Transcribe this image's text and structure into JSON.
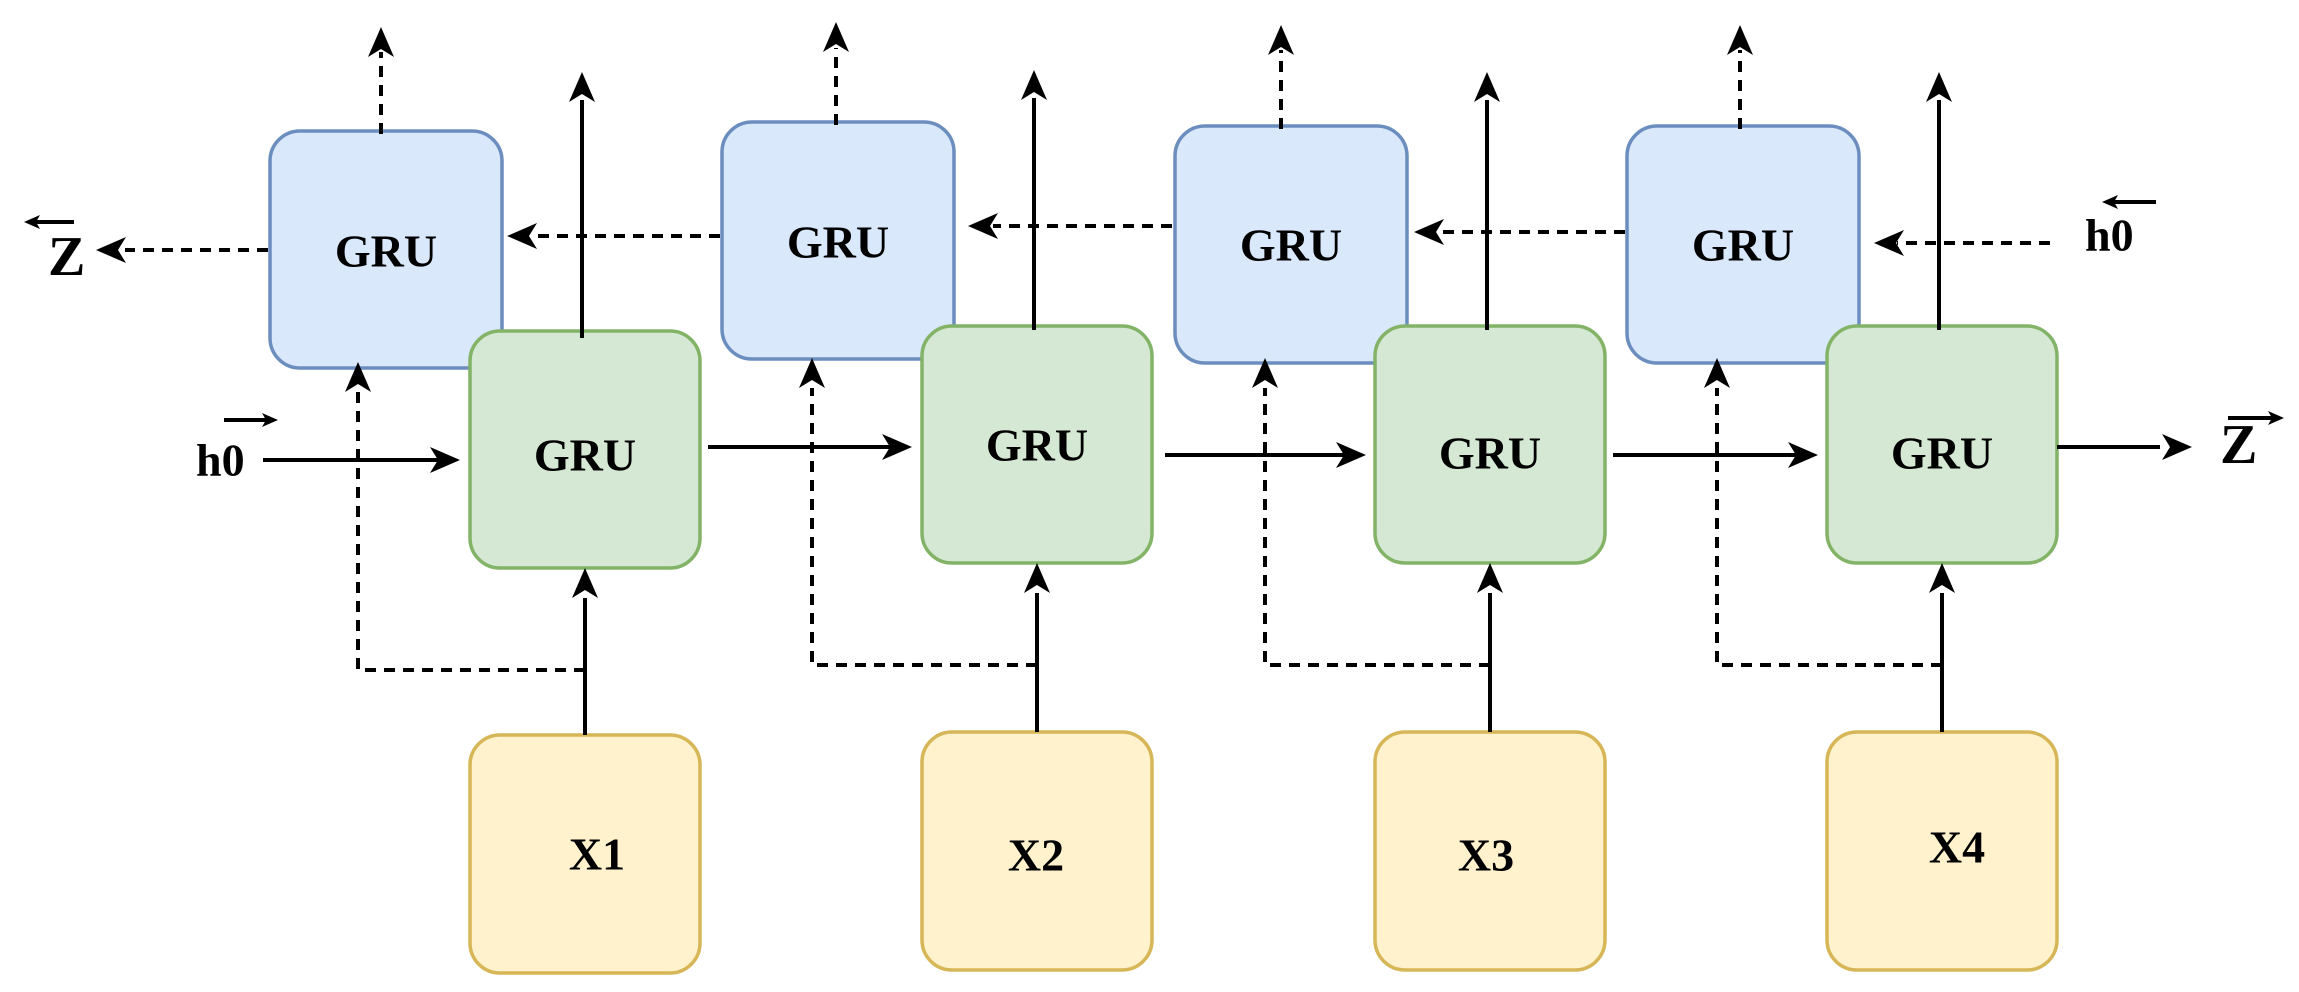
{
  "colors": {
    "forward_fill": "#d5e8d4",
    "forward_stroke": "#82b366",
    "backward_fill": "#dae8fc",
    "backward_stroke": "#6c8ebf",
    "input_fill": "#fff2cc",
    "input_stroke": "#d6b656"
  },
  "backward_cells": [
    {
      "label": "GRU"
    },
    {
      "label": "GRU"
    },
    {
      "label": "GRU"
    },
    {
      "label": "GRU"
    }
  ],
  "forward_cells": [
    {
      "label": "GRU"
    },
    {
      "label": "GRU"
    },
    {
      "label": "GRU"
    },
    {
      "label": "GRU"
    }
  ],
  "inputs": [
    {
      "label": "X1"
    },
    {
      "label": "X2"
    },
    {
      "label": "X3"
    },
    {
      "label": "X4"
    }
  ],
  "labels": {
    "forward_initial": "h0",
    "backward_initial": "h0",
    "forward_output": "Z",
    "backward_output": "Z"
  }
}
